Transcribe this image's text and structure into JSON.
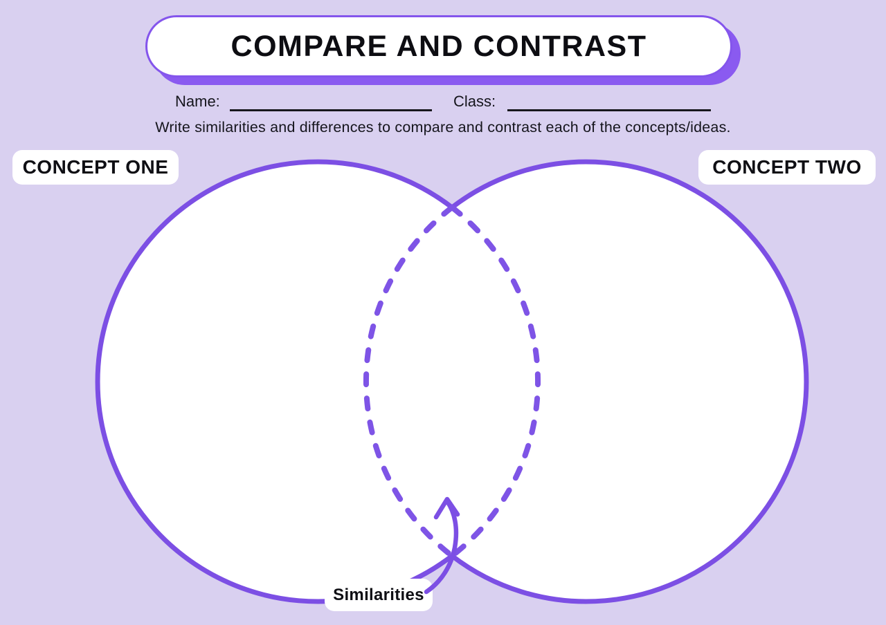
{
  "worksheet": {
    "title": "COMPARE AND CONTRAST",
    "name_label": "Name:",
    "class_label": "Class:",
    "instruction": "Write similarities and differences to compare and contrast each of the concepts/ideas.",
    "concept_one_label": "CONCEPT ONE",
    "concept_two_label": "CONCEPT TWO",
    "similarities_label": "Similarities"
  },
  "colors": {
    "background": "#D9D0F0",
    "accent_purple": "#7C4FE4",
    "banner_border": "#8455EC",
    "banner_shadow": "#8A5AF0",
    "dashed_purple": "#7E54E6",
    "circle_fill": "#FFFFFF",
    "text": "#15151C",
    "underline": "#17171C"
  }
}
